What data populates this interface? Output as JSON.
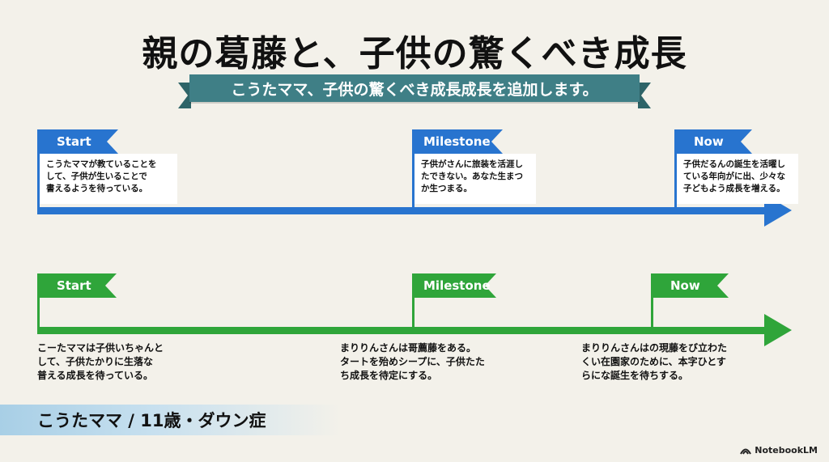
{
  "title": "親の葛藤と、子供の驚くべき成長",
  "subtitle": "こうたママ、子供の驚くべき成長成長を追加します。",
  "colors": {
    "blue": "#2874cf",
    "green": "#2fa53a",
    "teal": "#3f7f86"
  },
  "timelines": [
    {
      "color": "blue",
      "milestones": [
        {
          "label": "Start",
          "text": "こうたママが教ていることを\nして、子供が生いることで\n書えるようを待っている。"
        },
        {
          "label": "Milestone",
          "text": "子供がさんに旅装を活涯し\nたできない。あなた生まつ\nか生つまる。"
        },
        {
          "label": "Now",
          "text": "子供だるんの誕生を活曜し\nている年向がに出、少々な\n子どもよう成長を増える。"
        }
      ]
    },
    {
      "color": "green",
      "milestones": [
        {
          "label": "Start",
          "text": "こーたママは子供いちゃんと\nして、子供たかりに生落な\n普える成長を待っている。"
        },
        {
          "label": "Milestone",
          "text": "まりりんさんは哥薦藤をある。\nタートを殆めシープに、子供たた\nち成長を待定にする。"
        },
        {
          "label": "Now",
          "text": "まりりんさんはの現藤をび立わた\nくい在園家のために、本字ひとす\nらにな誕生を待ちする。"
        }
      ]
    }
  ],
  "footer": {
    "text": "こうたママ / 11歳・ダウン症"
  },
  "brand": {
    "text": "NotebookLM"
  }
}
